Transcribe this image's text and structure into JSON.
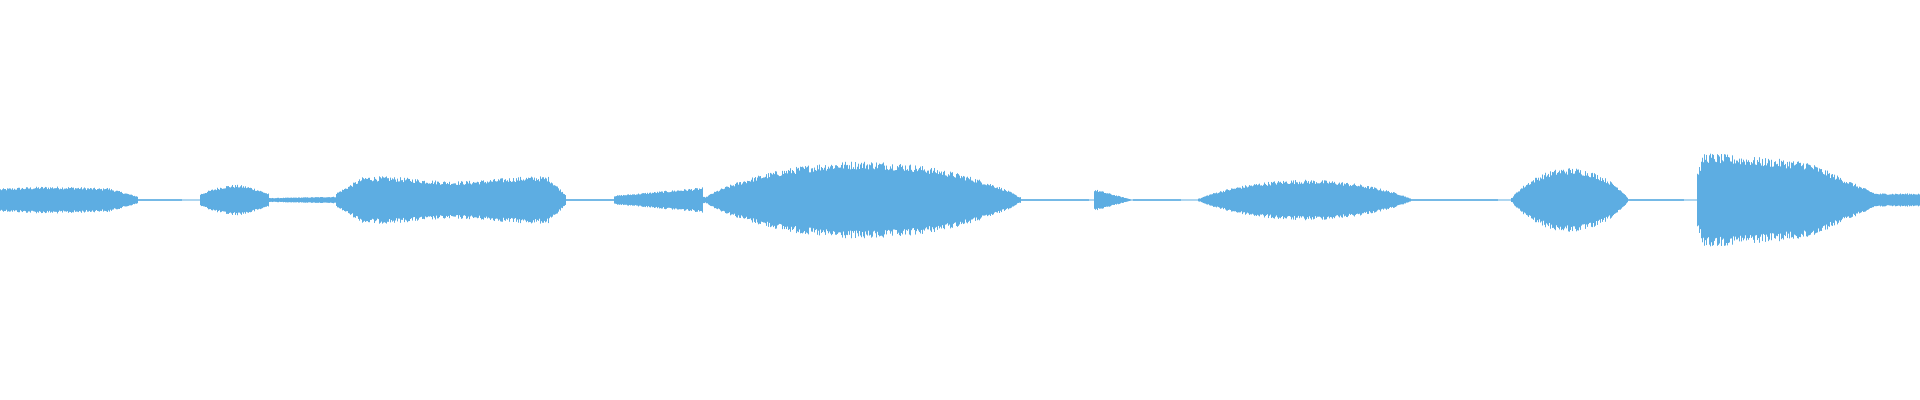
{
  "waveform": {
    "color": "#5DADE2",
    "background": "#FFFFFF",
    "segments": [
      {
        "start": 0.0,
        "end": 0.072,
        "peak": 0.16,
        "shape": "flat-taper"
      },
      {
        "start": 0.072,
        "end": 0.095,
        "peak": 0.01,
        "shape": "silence"
      },
      {
        "start": 0.104,
        "end": 0.14,
        "peak": 0.18,
        "shape": "bump"
      },
      {
        "start": 0.14,
        "end": 0.175,
        "peak": 0.04,
        "shape": "low"
      },
      {
        "start": 0.175,
        "end": 0.295,
        "peak": 0.28,
        "shape": "plateau"
      },
      {
        "start": 0.295,
        "end": 0.32,
        "peak": 0.01,
        "shape": "silence"
      },
      {
        "start": 0.32,
        "end": 0.366,
        "peak": 0.15,
        "shape": "ramp-up"
      },
      {
        "start": 0.366,
        "end": 0.532,
        "peak": 0.46,
        "shape": "swell"
      },
      {
        "start": 0.532,
        "end": 0.567,
        "peak": 0.01,
        "shape": "silence"
      },
      {
        "start": 0.57,
        "end": 0.59,
        "peak": 0.13,
        "shape": "spike"
      },
      {
        "start": 0.59,
        "end": 0.615,
        "peak": 0.01,
        "shape": "silence"
      },
      {
        "start": 0.624,
        "end": 0.735,
        "peak": 0.24,
        "shape": "swell"
      },
      {
        "start": 0.735,
        "end": 0.78,
        "peak": 0.01,
        "shape": "silence"
      },
      {
        "start": 0.787,
        "end": 0.848,
        "peak": 0.38,
        "shape": "swell"
      },
      {
        "start": 0.848,
        "end": 0.877,
        "peak": 0.01,
        "shape": "silence"
      },
      {
        "start": 0.884,
        "end": 1.0,
        "peak": 0.56,
        "shape": "burst-decay"
      }
    ]
  }
}
